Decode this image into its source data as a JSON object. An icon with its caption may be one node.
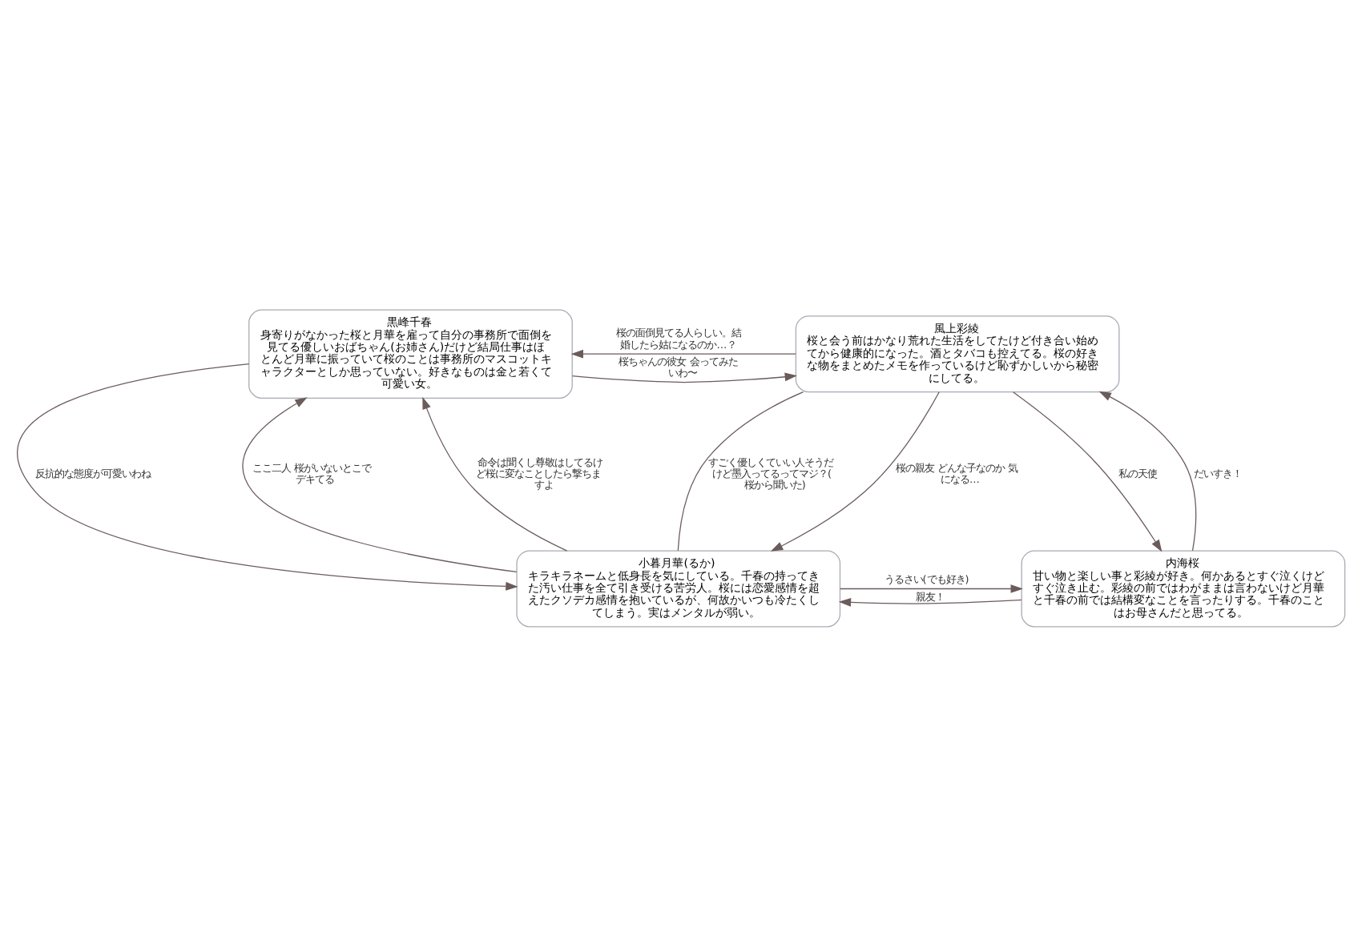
{
  "diagram": {
    "nodes": [
      {
        "text": [
          "黒峰千春",
          "身寄りがなかった桜と月華を雇って自分の事務所で面倒を見てる優しいおばちゃん(お姉さん)だけど結局仕事はほとんど月華に振っていて桜のことは事務所のマスコットキャラクターとしか思っていない。好きなものは金と若くて可愛い女。"
        ]
      },
      {
        "text": [
          "風上彩綾",
          "桜と会う前はかなり荒れた生活をしてたけど付き合い始めてから健康的になった。酒とタバコも控えてる。桜の好きな物をまとめたメモを作っているけど恥ずかしいから秘密にしてる。"
        ]
      },
      {
        "text": [
          "小暮月華(るか)",
          "キラキラネームと低身長を気にしている。千春の持ってきた汚い仕事を全て引き受ける苦労人。桜には恋愛感情を超えたクソデカ感情を抱いているが、何故かいつも冷たくしてしまう。実はメンタルが弱い。"
        ]
      },
      {
        "text": [
          "内海桜",
          "甘い物と楽しい事と彩綾が好き。何かあるとすぐ泣くけどすぐ泣き止む。彩綾の前ではわがままは言わないけど月華と千春の前では結構変なことを言ったりする。千春のことはお母さんだと思ってる。"
        ]
      }
    ],
    "edges": [
      {
        "from": 0,
        "to": 1,
        "arrow": "to",
        "label": "桜ちゃんの彼女 会ってみたいわ〜"
      },
      {
        "from": 1,
        "to": 0,
        "arrow": "to",
        "label": "桜の面倒見てる人らしい。結婚したら姑になるのか…？"
      },
      {
        "from": 1,
        "to": 2,
        "arrow": "none",
        "label": "すごく優しくていい人そうだけど墨入ってるってマジ？(桜から聞いた)"
      },
      {
        "from": 1,
        "to": 2,
        "arrow": "to",
        "label": "桜の親友 どんな子なのか 気になる…"
      },
      {
        "from": 0,
        "to": 2,
        "arrow": "to",
        "label": "反抗的な態度が可愛いわね"
      },
      {
        "from": 2,
        "to": 0,
        "arrow": "to",
        "label": "ここ二人 桜がいないとこでデキてる"
      },
      {
        "from": 2,
        "to": 0,
        "arrow": "to",
        "label": "命令は聞くし尊敬はしてるけど桜に変なことしたら撃ちますよ"
      },
      {
        "from": 1,
        "to": 3,
        "arrow": "to",
        "label": "私の天使"
      },
      {
        "from": 3,
        "to": 1,
        "arrow": "to",
        "label": "だいすき！"
      },
      {
        "from": 3,
        "to": 2,
        "arrow": "to",
        "label": "親友！"
      },
      {
        "from": 2,
        "to": 3,
        "arrow": "to",
        "label": "うるさい(でも好き)"
      }
    ]
  }
}
